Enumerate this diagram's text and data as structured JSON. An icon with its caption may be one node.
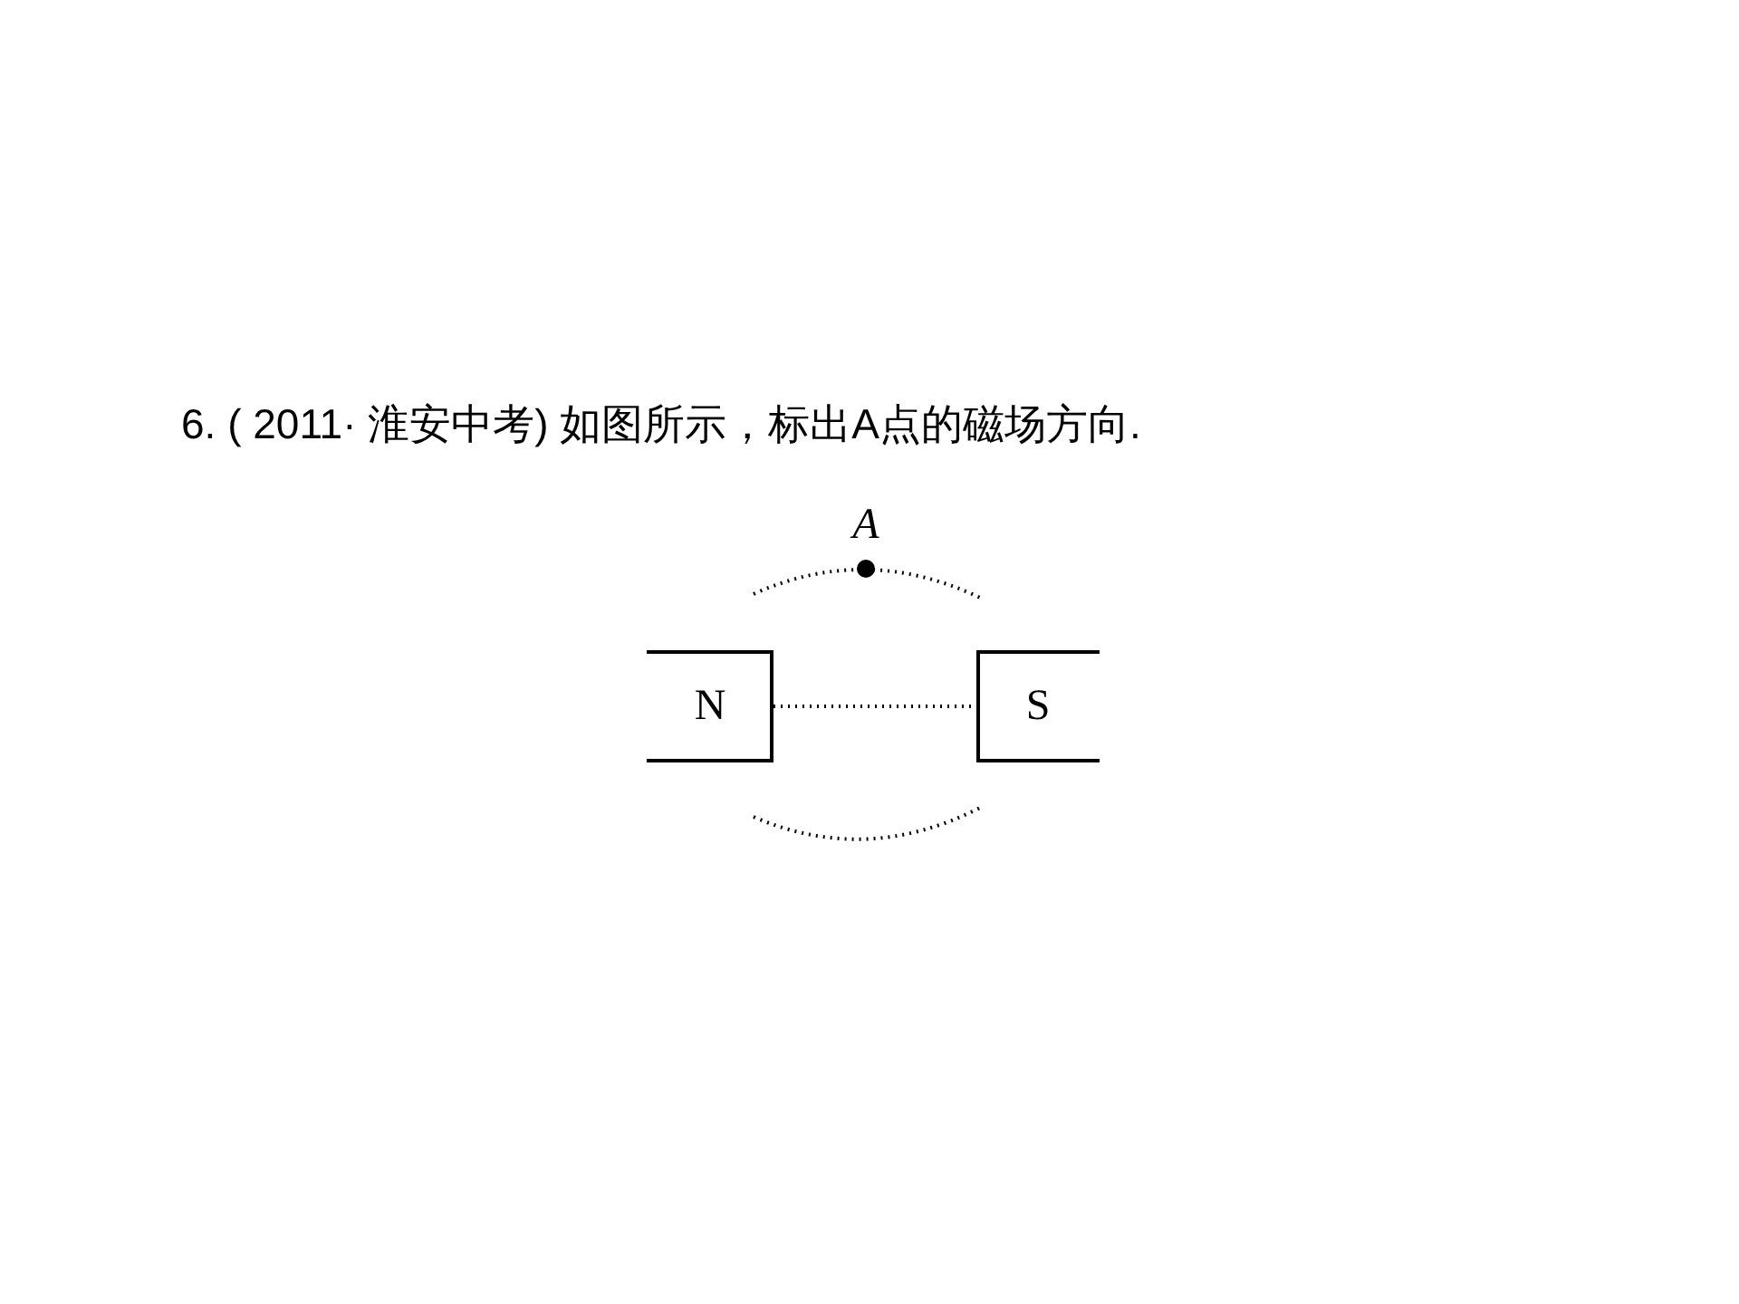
{
  "diagram": {
    "title": "6. ( 2011·  淮安中考) 如图所示，标出A点的磁场方向.",
    "nodes": [
      {
        "text": [
          "N"
        ]
      },
      {
        "text": [
          "S"
        ]
      },
      {
        "text": [
          "A"
        ]
      }
    ],
    "edges": [
      {
        "from": 0,
        "to": 1,
        "arrow": "none",
        "style": "dashed"
      }
    ]
  }
}
